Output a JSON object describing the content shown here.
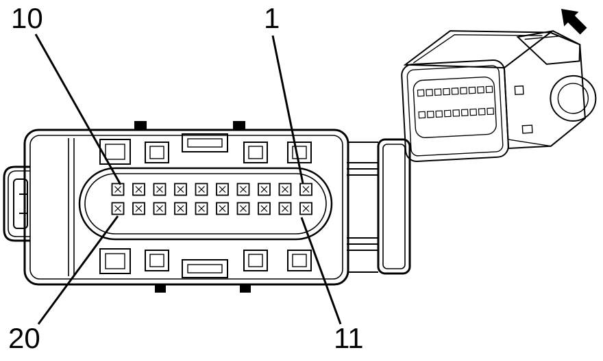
{
  "figure": {
    "type": "connector-terminal-diagram",
    "background_color": "#ffffff",
    "line_color": "#000000",
    "callouts": [
      {
        "id": "terminal-10",
        "text": "10",
        "position": "top-left",
        "points_to": "top row, leftmost terminal"
      },
      {
        "id": "terminal-1",
        "text": "1",
        "position": "top-right",
        "points_to": "top row, rightmost terminal"
      },
      {
        "id": "terminal-20",
        "text": "20",
        "position": "bottom-left",
        "points_to": "bottom row, leftmost terminal"
      },
      {
        "id": "terminal-11",
        "text": "11",
        "position": "bottom-right",
        "points_to": "bottom row, rightmost terminal"
      }
    ],
    "pin_grid": {
      "rows": 2,
      "pins_per_row": 10
    },
    "perspective_pin_grid": {
      "rows": 2,
      "pins_per_row": 9
    },
    "icons": [
      {
        "name": "direction-arrow-icon",
        "glyph": "solid arrow pointing upper-left"
      }
    ]
  }
}
